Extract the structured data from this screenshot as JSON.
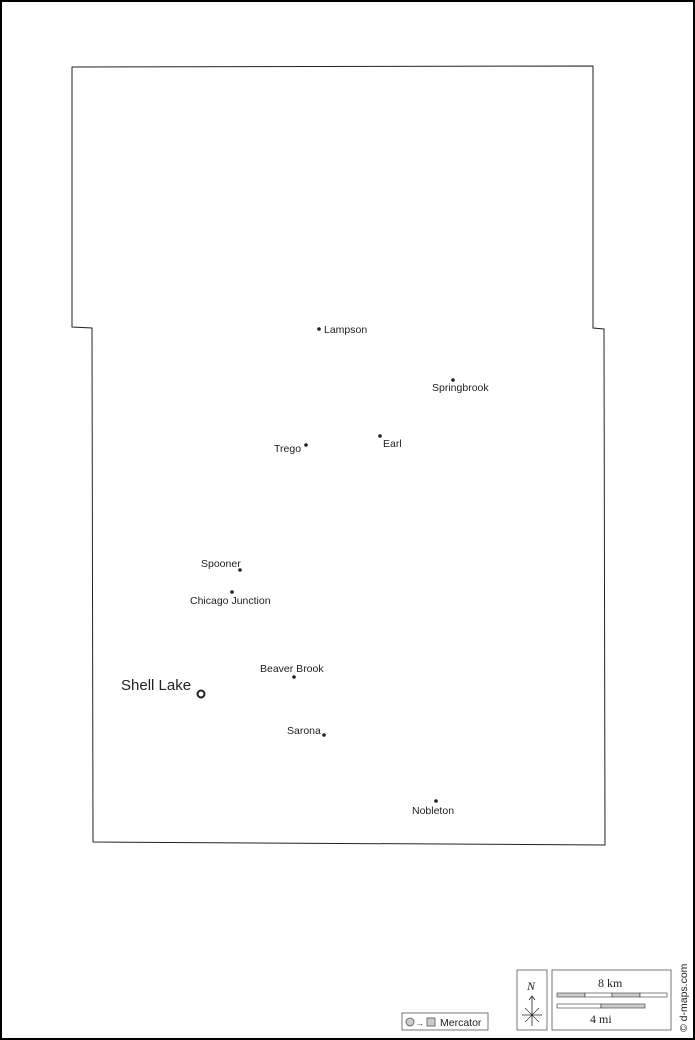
{
  "map": {
    "places": [
      {
        "name": "Lampson",
        "type": "town"
      },
      {
        "name": "Springbrook",
        "type": "town"
      },
      {
        "name": "Earl",
        "type": "town"
      },
      {
        "name": "Trego",
        "type": "town"
      },
      {
        "name": "Spooner",
        "type": "town"
      },
      {
        "name": "Chicago Junction",
        "type": "town"
      },
      {
        "name": "Beaver Brook",
        "type": "town"
      },
      {
        "name": "Shell Lake",
        "type": "county-seat"
      },
      {
        "name": "Sarona",
        "type": "town"
      },
      {
        "name": "Nobleton",
        "type": "town"
      }
    ],
    "projection_label": "Mercator",
    "north_label": "N",
    "scale_km": "8 km",
    "scale_mi": "4 mi",
    "credit": "© d-maps.com"
  }
}
